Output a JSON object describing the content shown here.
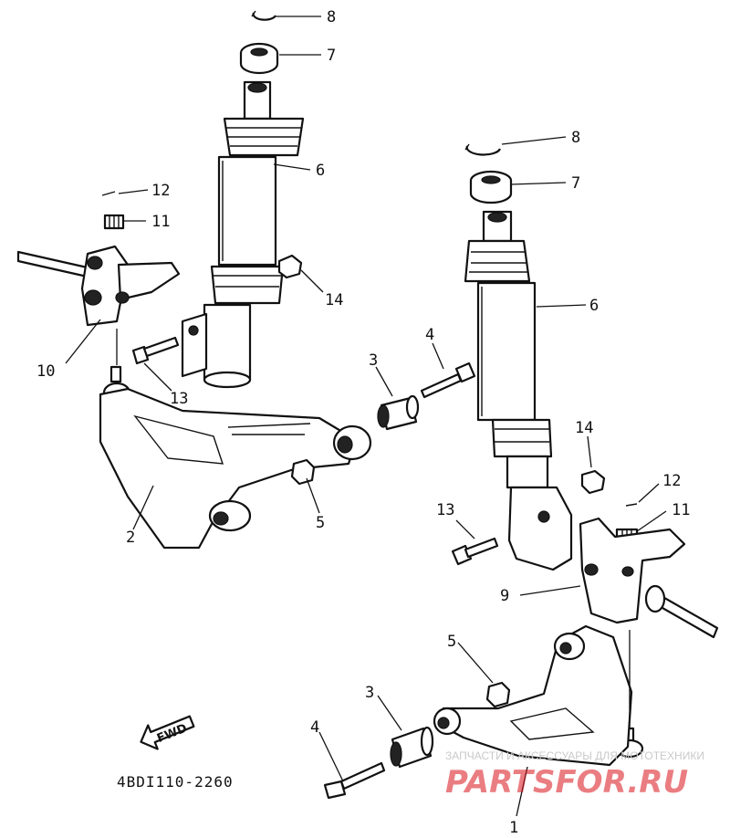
{
  "labels": {
    "l_8a": "8",
    "l_7a": "7",
    "l_6a": "6",
    "l_12a": "12",
    "l_11a": "11",
    "l_14a": "14",
    "l_10": "10",
    "l_13a": "13",
    "l_2": "2",
    "l_5a": "5",
    "l_3a": "3",
    "l_4a": "4",
    "l_8b": "8",
    "l_7b": "7",
    "l_6b": "6",
    "l_14b": "14",
    "l_12b": "12",
    "l_11b": "11",
    "l_13b": "13",
    "l_9": "9",
    "l_5b": "5",
    "l_3b": "3",
    "l_4b": "4",
    "l_1": "1"
  },
  "fwd_label": "FWD",
  "diagram_code": "4BDI110-2260",
  "watermark": {
    "caption": "ЗАПЧАСТИ И АКСЕССУАРЫ ДЛЯ МОТОТЕХНИКИ",
    "brand": "PARTSFOR.RU"
  }
}
